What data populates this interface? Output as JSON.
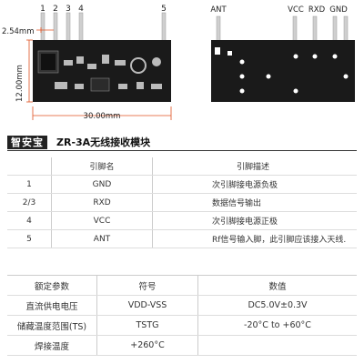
{
  "front_view": {
    "pin_numbers": [
      "1",
      "2",
      "3",
      "4",
      "5"
    ],
    "pitch_label": "2.54mm",
    "height_label": "12.00mm",
    "width_label": "30.00mm"
  },
  "back_view": {
    "pin_labels": [
      "ANT",
      "VCC",
      "RXD",
      "GND"
    ]
  },
  "title": {
    "brand": "智安宝",
    "module": "ZR-3A无线接收模块"
  },
  "pin_table": {
    "headers": [
      "",
      "引脚名",
      "引脚描述"
    ],
    "rows": [
      [
        "1",
        "GND",
        "次引脚接电源负极"
      ],
      [
        "2/3",
        "RXD",
        "数据信号输出"
      ],
      [
        "4",
        "VCC",
        "次引脚接电源正极"
      ],
      [
        "5",
        "ANT",
        "Rf信号输入脚，此引脚应该接入天线."
      ]
    ]
  },
  "spec_table": {
    "headers": [
      "额定参数",
      "符号",
      "数值"
    ],
    "rows": [
      [
        "直流供电电压",
        "VDD-VSS",
        "DC5.0V±0.3V"
      ],
      [
        "储藏温度范围(TS)",
        "TSTG",
        "-20°C to +60°C"
      ],
      [
        "焊接温度",
        "+260°C",
        ""
      ]
    ]
  },
  "colors": {
    "dimension": "#e05020",
    "pcb": "#1a1a1a",
    "pins": "#cfcfcf"
  }
}
